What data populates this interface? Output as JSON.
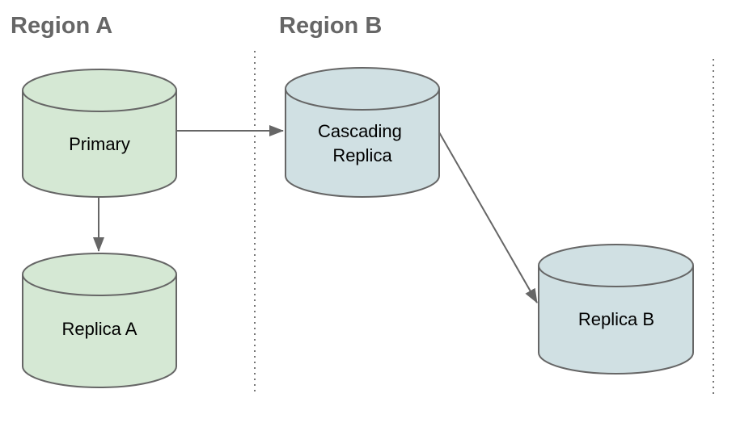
{
  "regions": [
    {
      "id": "region-a",
      "label": "Region A"
    },
    {
      "id": "region-b",
      "label": "Region B"
    }
  ],
  "nodes": [
    {
      "id": "primary",
      "type": "database-cylinder",
      "region": "Region A",
      "label": "Primary",
      "fill": "#d5e8d4"
    },
    {
      "id": "replica-a",
      "type": "database-cylinder",
      "region": "Region A",
      "label": "Replica A",
      "fill": "#d5e8d4"
    },
    {
      "id": "cascading-replica",
      "type": "database-cylinder",
      "region": "Region B",
      "label": "Cascading Replica",
      "label_lines": [
        "Cascading",
        "Replica"
      ],
      "fill": "#d0e0e3"
    },
    {
      "id": "replica-b",
      "type": "database-cylinder",
      "region": "Region B",
      "label": "Replica B",
      "fill": "#d0e0e3"
    }
  ],
  "edges": [
    {
      "from": "primary",
      "to": "cascading-replica"
    },
    {
      "from": "primary",
      "to": "replica-a"
    },
    {
      "from": "cascading-replica",
      "to": "replica-b"
    }
  ],
  "colors": {
    "background": "#ffffff",
    "node_green_fill": "#d5e8d4",
    "node_blue_fill": "#d0e0e3",
    "node_stroke": "#666666",
    "edge_stroke": "#666666",
    "divider_stroke": "#757575",
    "region_title": "#666666",
    "node_label": "#000000"
  }
}
